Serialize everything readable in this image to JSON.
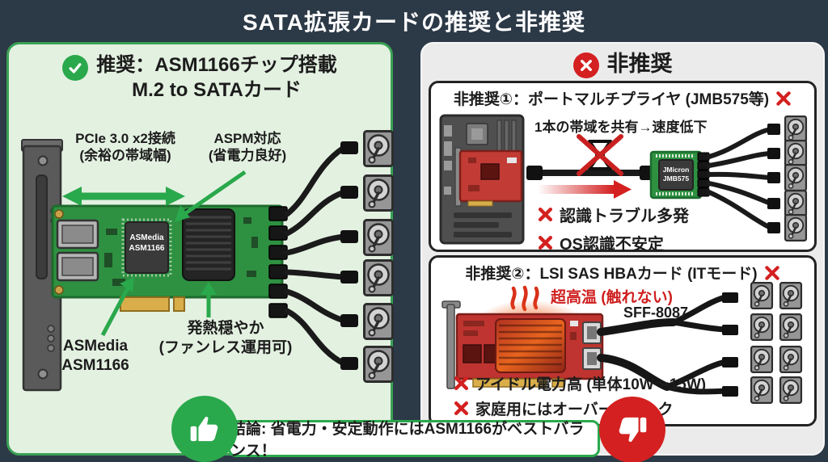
{
  "title": "SATA拡張カードの推奨と非推奨",
  "recommended": {
    "heading_line1": "推奨：ASM1166チップ搭載",
    "heading_line2": "M.2 to SATAカード",
    "pcie_note_line1": "PCIe 3.0 x2接続",
    "pcie_note_line2": "(余裕の帯域幅)",
    "aspm_note_line1": "ASPM対応",
    "aspm_note_line2": "(省電力良好)",
    "chip_print_line1": "ASMedia",
    "chip_print_line2": "ASM1166",
    "chip_label_line1": "ASMedia",
    "chip_label_line2": "ASM1166",
    "heat_note_line1": "発熱穏やか",
    "heat_note_line2": "(ファンレス運用可)",
    "drive_count": 6
  },
  "not_recommended": {
    "heading": "非推奨",
    "section1": {
      "title": "非推奨①：ポートマルチプライヤ (JMB575等)",
      "bandwidth_note": "1本の帯域を共有→速度低下",
      "chip_print_line1": "JMicron",
      "chip_print_line2": "JMB575",
      "issues": [
        "認識トラブル多発",
        "OS認識不安定"
      ],
      "drive_count": 5
    },
    "section2": {
      "title": "非推奨②：LSI SAS HBAカード (ITモード)",
      "heat_warning": "超高温 (触れない)",
      "cable_label": "SFF-8087",
      "issues": [
        "アイドル電力高 (単体10W〜15W)",
        "家庭用にはオーバースペック"
      ],
      "drive_count": 8
    }
  },
  "conclusion": "結論: 省電力・安定動作にはASM1166がベストバランス！",
  "colors": {
    "navy": "#2c3947",
    "panel-green": "#e3f1e1",
    "panel-green-border": "#3aa054",
    "panel-gray": "#ebebeb",
    "accent-green": "#2aa84c",
    "accent-red": "#d42020",
    "warn-red": "#cf1f1f",
    "pcb-green": "#2e9141",
    "card-red": "#c23b35",
    "heat-orange": "#e8641e"
  }
}
